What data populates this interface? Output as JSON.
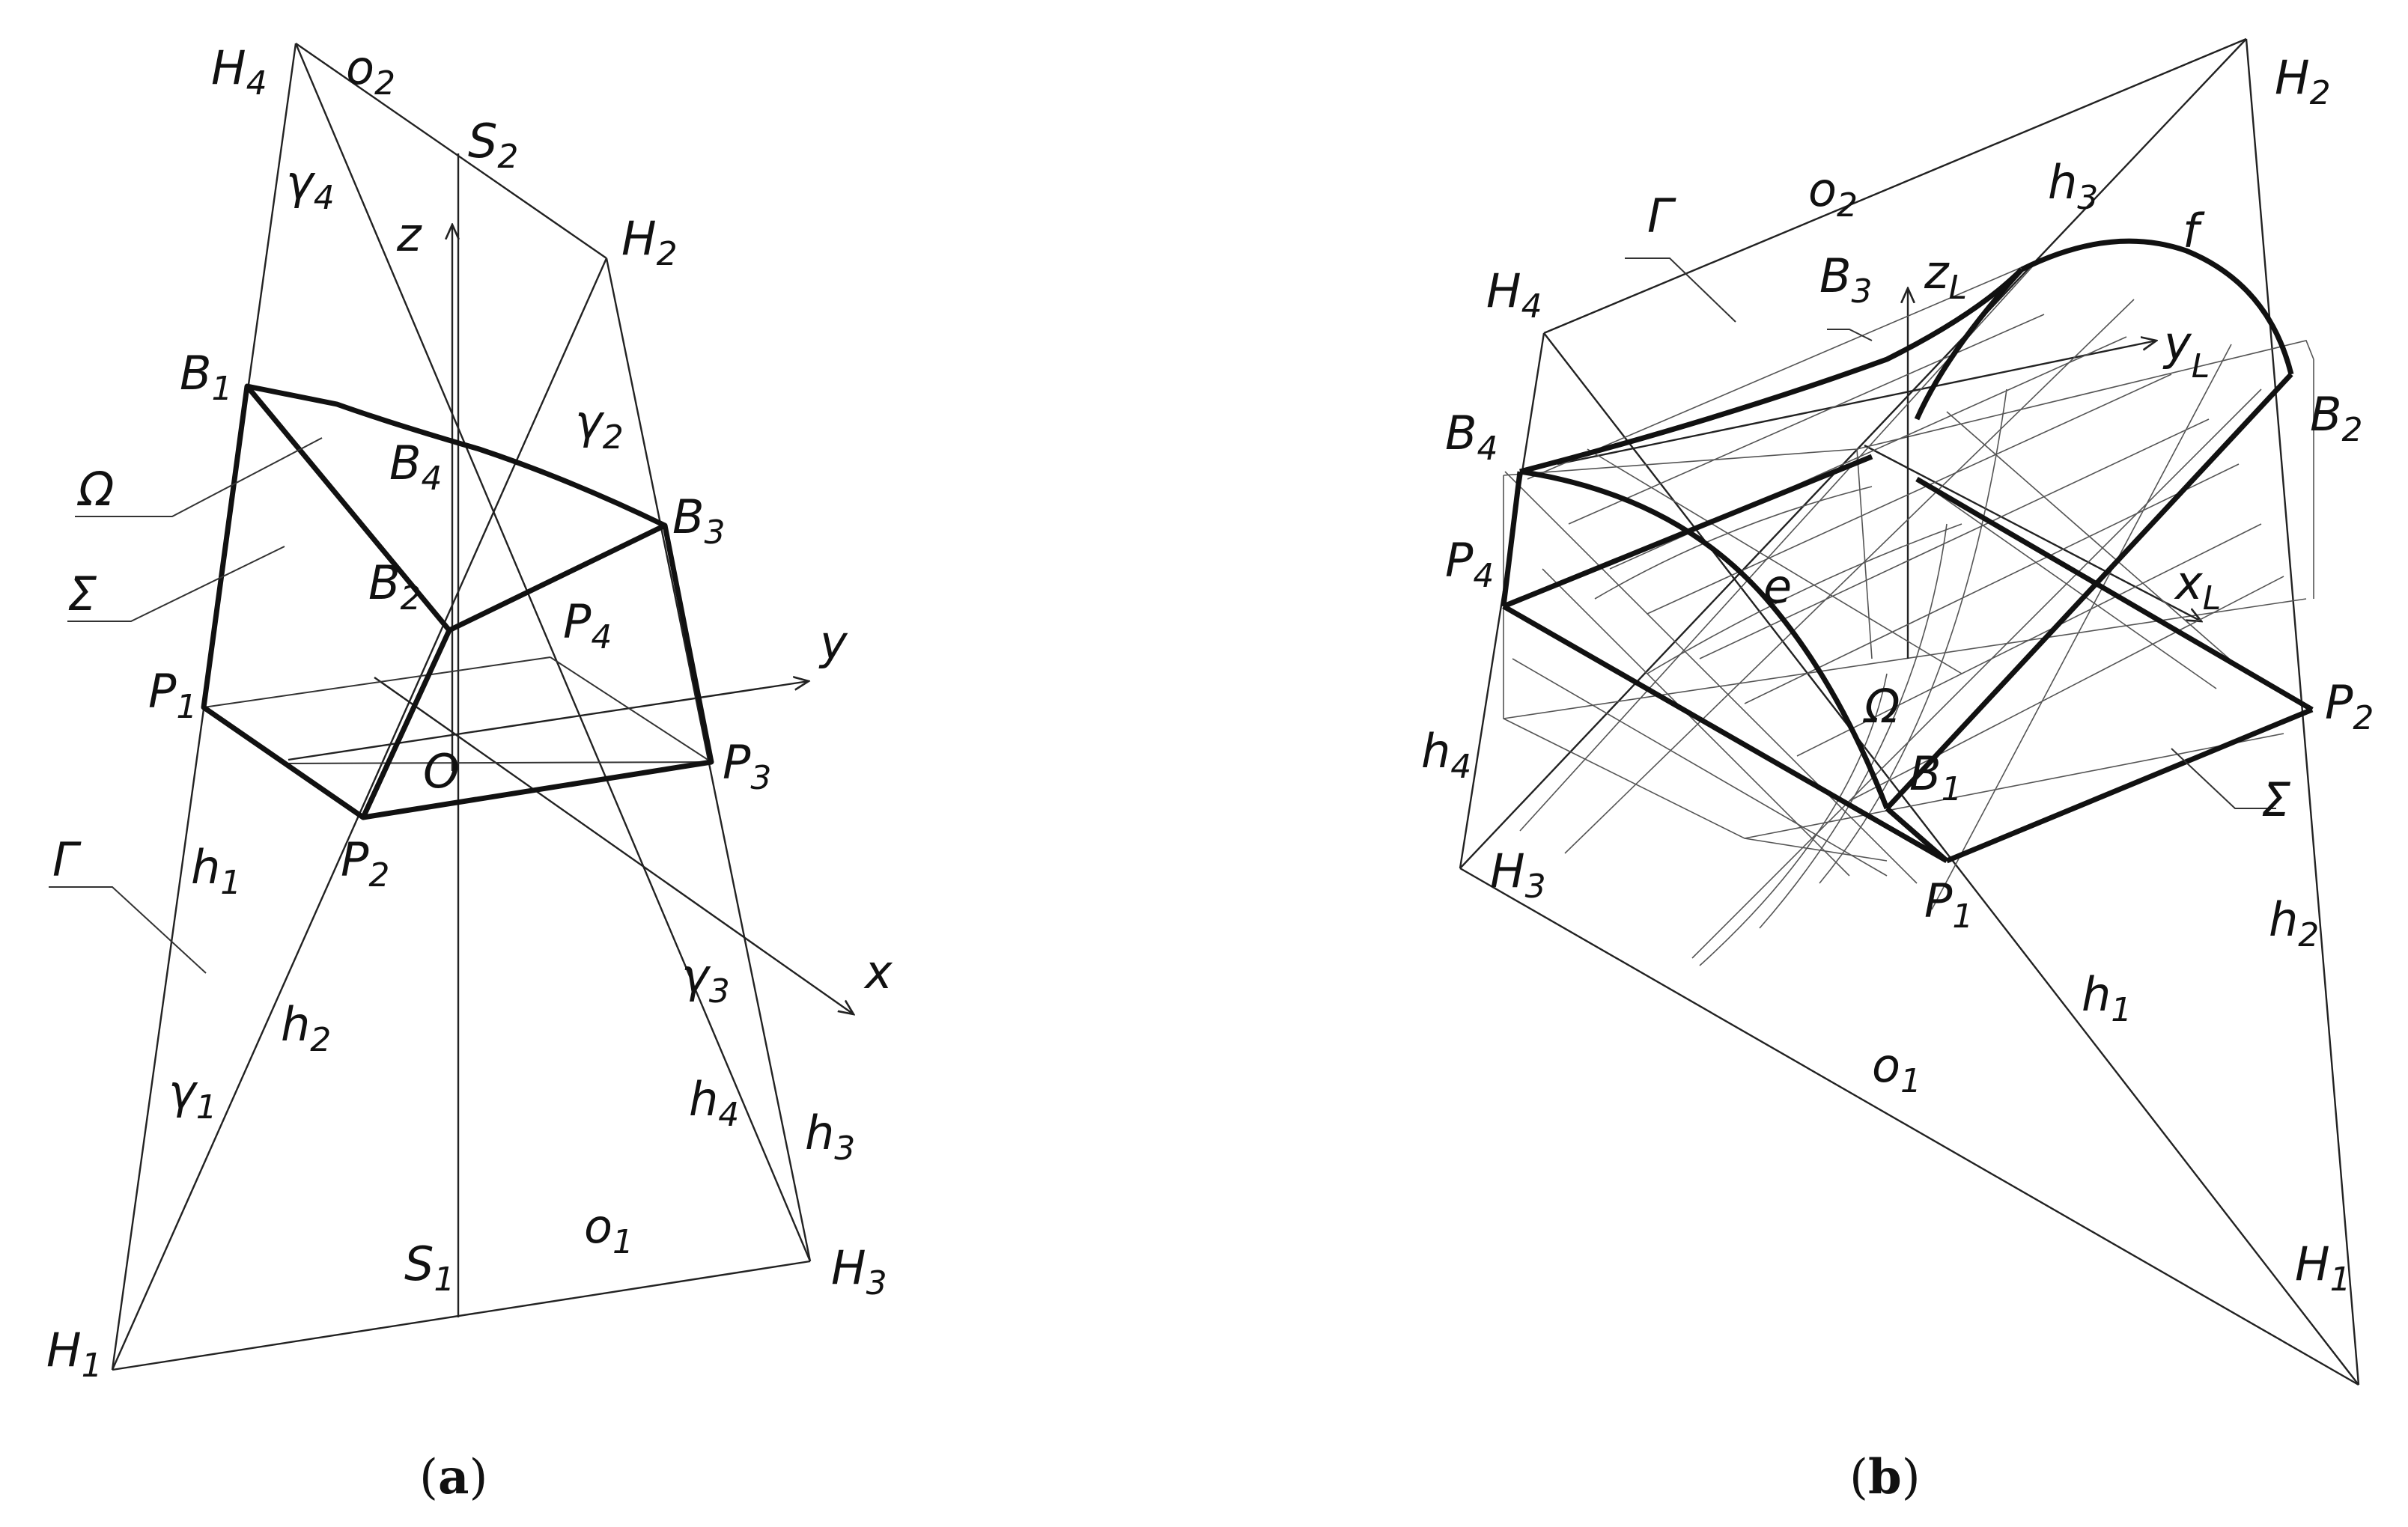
{
  "panel_a": {
    "caption_open": "(",
    "caption_letter": "a",
    "caption_close": ")",
    "labels": [
      {
        "id": "H4",
        "base": "H",
        "sub": "4"
      },
      {
        "id": "o2",
        "base": "o",
        "sub": "2"
      },
      {
        "id": "S2",
        "base": "S",
        "sub": "2"
      },
      {
        "id": "z",
        "base": "z",
        "sub": ""
      },
      {
        "id": "H2",
        "base": "H",
        "sub": "2"
      },
      {
        "id": "gamma4",
        "base": "γ",
        "sub": "4"
      },
      {
        "id": "gamma2",
        "base": "γ",
        "sub": "2"
      },
      {
        "id": "B1",
        "base": "B",
        "sub": "1"
      },
      {
        "id": "B4",
        "base": "B",
        "sub": "4"
      },
      {
        "id": "B3",
        "base": "B",
        "sub": "3"
      },
      {
        "id": "B2",
        "base": "B",
        "sub": "2"
      },
      {
        "id": "Omega",
        "base": "Ω",
        "sub": ""
      },
      {
        "id": "Sigma",
        "base": "Σ",
        "sub": ""
      },
      {
        "id": "P1",
        "base": "P",
        "sub": "1"
      },
      {
        "id": "P4",
        "base": "P",
        "sub": "4"
      },
      {
        "id": "y",
        "base": "y",
        "sub": ""
      },
      {
        "id": "O",
        "base": "O",
        "sub": ""
      },
      {
        "id": "P3",
        "base": "P",
        "sub": "3"
      },
      {
        "id": "P2",
        "base": "P",
        "sub": "2"
      },
      {
        "id": "Gamma",
        "base": "Γ",
        "sub": ""
      },
      {
        "id": "h1",
        "base": "h",
        "sub": "1"
      },
      {
        "id": "x",
        "base": "x",
        "sub": ""
      },
      {
        "id": "gamma3",
        "base": "γ",
        "sub": "3"
      },
      {
        "id": "h2",
        "base": "h",
        "sub": "2"
      },
      {
        "id": "gamma1",
        "base": "γ",
        "sub": "1"
      },
      {
        "id": "h4",
        "base": "h",
        "sub": "4"
      },
      {
        "id": "h3",
        "base": "h",
        "sub": "3"
      },
      {
        "id": "S1",
        "base": "S",
        "sub": "1"
      },
      {
        "id": "o1",
        "base": "o",
        "sub": "1"
      },
      {
        "id": "H3",
        "base": "H",
        "sub": "3"
      },
      {
        "id": "H1",
        "base": "H",
        "sub": "1"
      }
    ]
  },
  "panel_b": {
    "caption_open": "(",
    "caption_letter": "b",
    "caption_close": ")",
    "labels": [
      {
        "id": "H2",
        "base": "H",
        "sub": "2"
      },
      {
        "id": "o2",
        "base": "o",
        "sub": "2"
      },
      {
        "id": "h3",
        "base": "h",
        "sub": "3"
      },
      {
        "id": "Gamma",
        "base": "Γ",
        "sub": ""
      },
      {
        "id": "f",
        "base": "f",
        "sub": ""
      },
      {
        "id": "H4",
        "base": "H",
        "sub": "4"
      },
      {
        "id": "B3",
        "base": "B",
        "sub": "3"
      },
      {
        "id": "zL",
        "base": "z",
        "sub": "L"
      },
      {
        "id": "yL",
        "base": "y",
        "sub": "L"
      },
      {
        "id": "B4",
        "base": "B",
        "sub": "4"
      },
      {
        "id": "B2",
        "base": "B",
        "sub": "2"
      },
      {
        "id": "P4",
        "base": "P",
        "sub": "4"
      },
      {
        "id": "e",
        "base": "e",
        "sub": ""
      },
      {
        "id": "xL",
        "base": "x",
        "sub": "L"
      },
      {
        "id": "Omega",
        "base": "Ω",
        "sub": ""
      },
      {
        "id": "P2",
        "base": "P",
        "sub": "2"
      },
      {
        "id": "h4",
        "base": "h",
        "sub": "4"
      },
      {
        "id": "B1",
        "base": "B",
        "sub": "1"
      },
      {
        "id": "Sigma",
        "base": "Σ",
        "sub": ""
      },
      {
        "id": "H3",
        "base": "H",
        "sub": "3"
      },
      {
        "id": "P1",
        "base": "P",
        "sub": "1"
      },
      {
        "id": "h2",
        "base": "h",
        "sub": "2"
      },
      {
        "id": "h1",
        "base": "h",
        "sub": "1"
      },
      {
        "id": "o1",
        "base": "o",
        "sub": "1"
      },
      {
        "id": "H1",
        "base": "H",
        "sub": "1"
      }
    ]
  }
}
